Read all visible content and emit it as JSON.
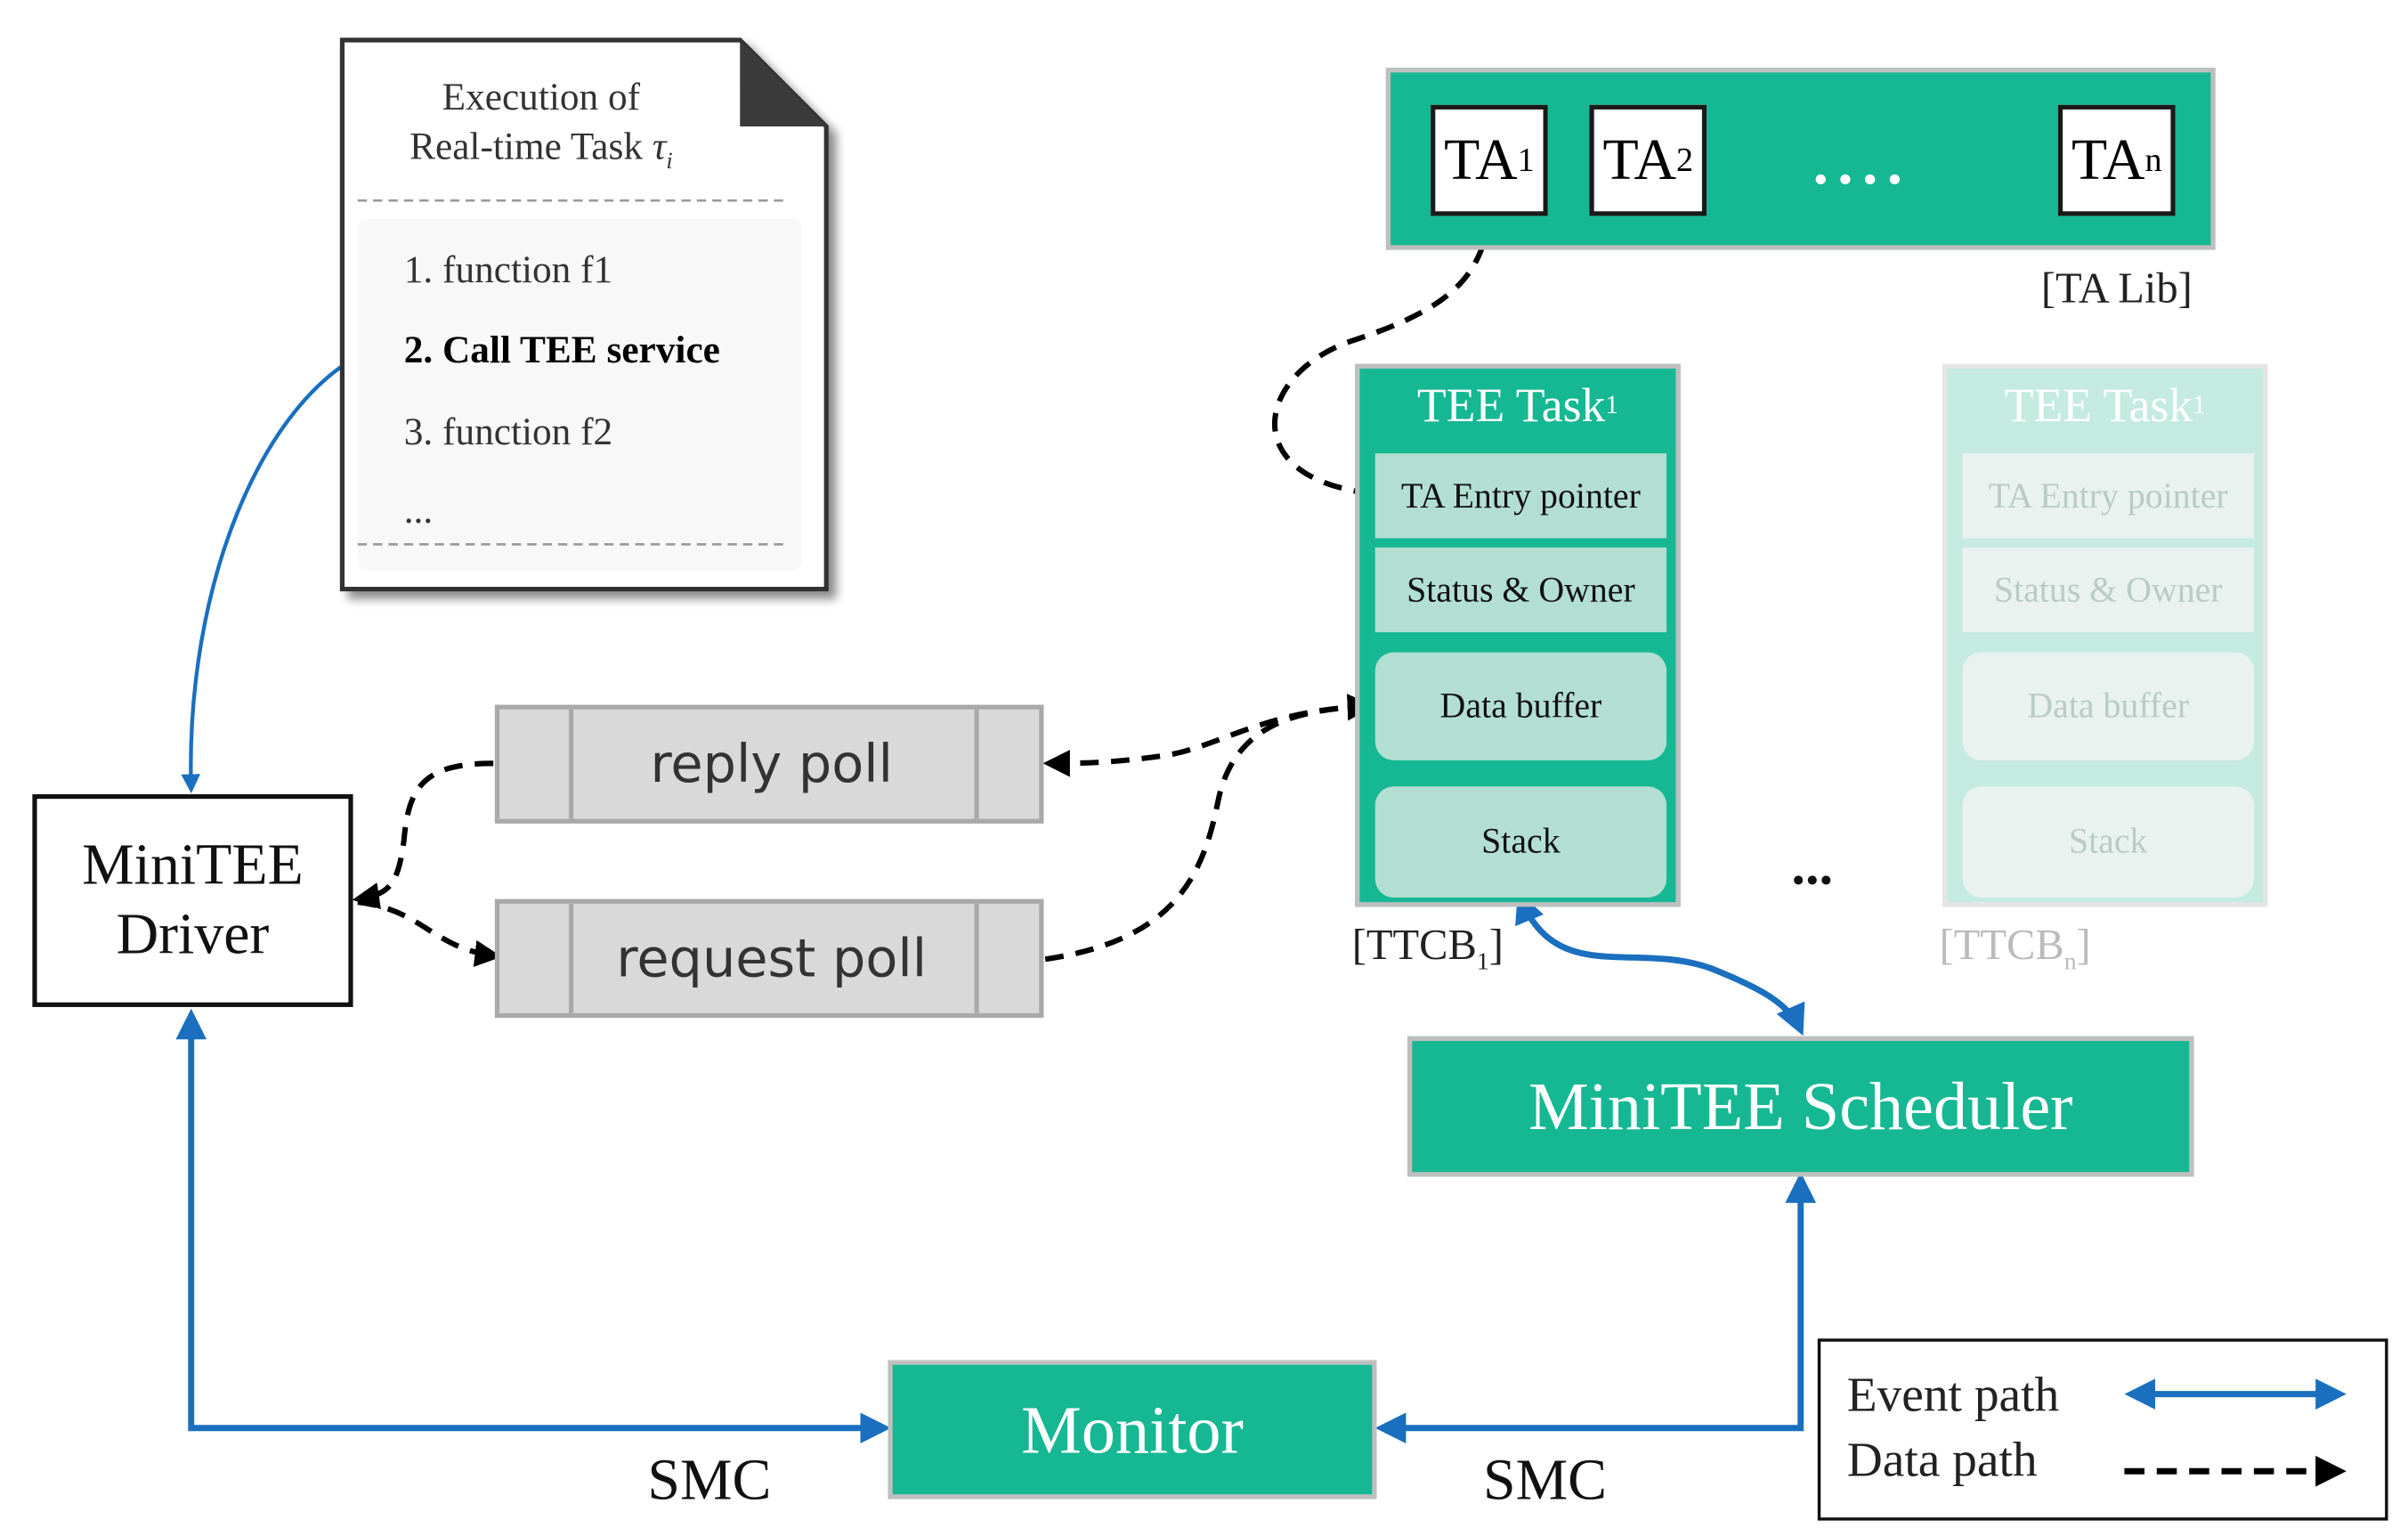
{
  "document": {
    "title_line1": "Execution of",
    "title_line2": "Real-time Task",
    "title_symbol": "τ",
    "title_subscript": "i",
    "steps": [
      "1. function f1",
      "2. Call TEE service",
      "3. function f2",
      "..."
    ]
  },
  "ta_lib": {
    "label": "[TA Lib]",
    "items": [
      {
        "base": "TA",
        "sub": "1"
      },
      {
        "base": "TA",
        "sub": "2"
      },
      {
        "base": "TA",
        "sub": "n"
      }
    ],
    "ellipsis": "...."
  },
  "ttcbs": [
    {
      "title": "TEE Task",
      "title_sub": "1",
      "rows": [
        "TA Entry pointer",
        "Status & Owner",
        "Data buffer",
        "Stack"
      ],
      "caption": "[TTCB",
      "caption_sub": "1",
      "caption_end": "]"
    },
    {
      "title": "TEE Task",
      "title_sub": "1",
      "rows": [
        "TA Entry pointer",
        "Status & Owner",
        "Data buffer",
        "Stack"
      ],
      "caption": "[TTCB",
      "caption_sub": "n",
      "caption_end": "]"
    }
  ],
  "between_ttcbs": "...",
  "driver": {
    "line1": "MiniTEE",
    "line2": "Driver"
  },
  "polls": {
    "reply": "reply poll",
    "request": "request poll"
  },
  "scheduler": "MiniTEE Scheduler",
  "monitor": "Monitor",
  "smc_left": "SMC",
  "smc_right": "SMC",
  "legend": {
    "event": "Event path",
    "data": "Data path"
  },
  "colors": {
    "teal": "#16b893",
    "event_arrow": "#1a6fbf",
    "data_arrow": "#000000"
  }
}
